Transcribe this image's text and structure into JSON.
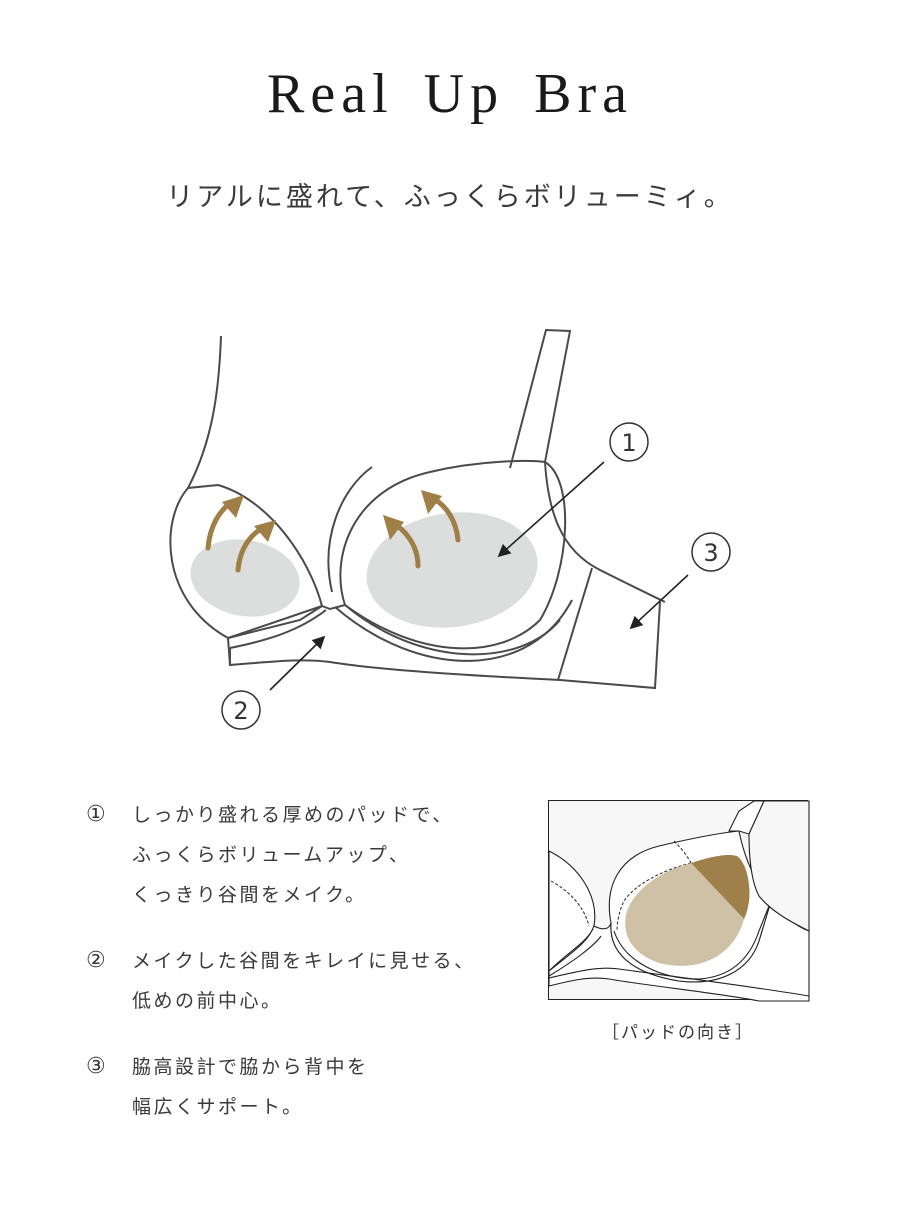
{
  "header": {
    "title": "Real Up Bra",
    "subtitle": "リアルに盛れて、ふっくらボリューミィ。"
  },
  "diagram": {
    "callouts": [
      {
        "number": "①",
        "target": "thick-pad"
      },
      {
        "number": "②",
        "target": "low-center-gore"
      },
      {
        "number": "③",
        "target": "high-side-panel"
      }
    ],
    "colors": {
      "line": "#4a4a4a",
      "pad_fill": "#dcdddd",
      "arrow": "#a07f46",
      "pointer": "#222222"
    }
  },
  "features": [
    {
      "number": "①",
      "lines": [
        "しっかり盛れる厚めのパッドで、",
        "ふっくらボリュームアップ、",
        "くっきり谷間をメイク。"
      ]
    },
    {
      "number": "②",
      "lines": [
        "メイクした谷間をキレイに見せる、",
        "低めの前中心。"
      ]
    },
    {
      "number": "③",
      "lines": [
        "脇高設計で脇から背中を",
        "幅広くサポート。"
      ]
    }
  ],
  "pad_orientation": {
    "caption": "［パッドの向き］",
    "colors": {
      "pad_light": "#cfc1a6",
      "pad_dark": "#a0804a",
      "background": "#f7f7f7"
    }
  }
}
